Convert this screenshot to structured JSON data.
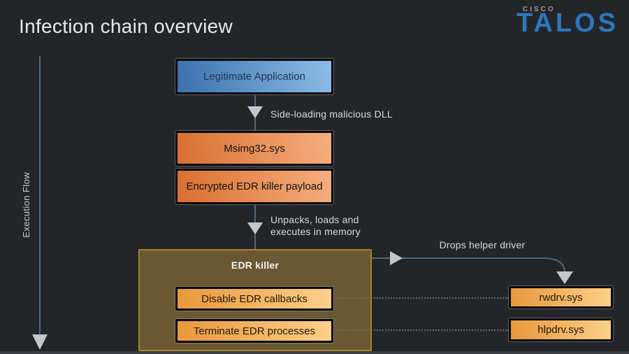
{
  "slide": {
    "title": "Infection chain overview",
    "brand": {
      "cisco": "CISCO",
      "talos": "TALOS"
    },
    "execution_flow_label": "Execution Flow"
  },
  "nodes": {
    "legitimate_app": {
      "label": "Legitimate Application"
    },
    "msimg32": {
      "label": "Msimg32.sys"
    },
    "payload": {
      "label": "Encrypted EDR killer payload"
    },
    "edr_killer": {
      "label": "EDR killer"
    },
    "disable_callbacks": {
      "label": "Disable EDR callbacks"
    },
    "terminate_processes": {
      "label": "Terminate EDR processes"
    },
    "rwdrv": {
      "label": "rwdrv.sys"
    },
    "hlpdrv": {
      "label": "hlpdrv.sys"
    }
  },
  "edges": {
    "side_loading": {
      "label": "Side-loading malicious DLL"
    },
    "unpacks": {
      "line1": "Unpacks, loads and",
      "line2": "executes in memory"
    },
    "drops_helper": {
      "label": "Drops helper driver"
    }
  },
  "colors": {
    "background": "#232629",
    "talos_blue": "#2e76be",
    "cisco_gray": "#95989b",
    "box_blue_gradient": [
      "#3a70ae",
      "#8cbce7"
    ],
    "box_orange_gradient": [
      "#d96e30",
      "#f5ae7e"
    ],
    "box_gold_gradient": [
      "#e8973c",
      "#fbd189"
    ],
    "edr_container_fill": "#695831",
    "edr_container_border": "#aa812f",
    "connector_line": "#50687b",
    "arrowhead_gray": "#c3c7cb",
    "label_text": "#d7d9db"
  }
}
